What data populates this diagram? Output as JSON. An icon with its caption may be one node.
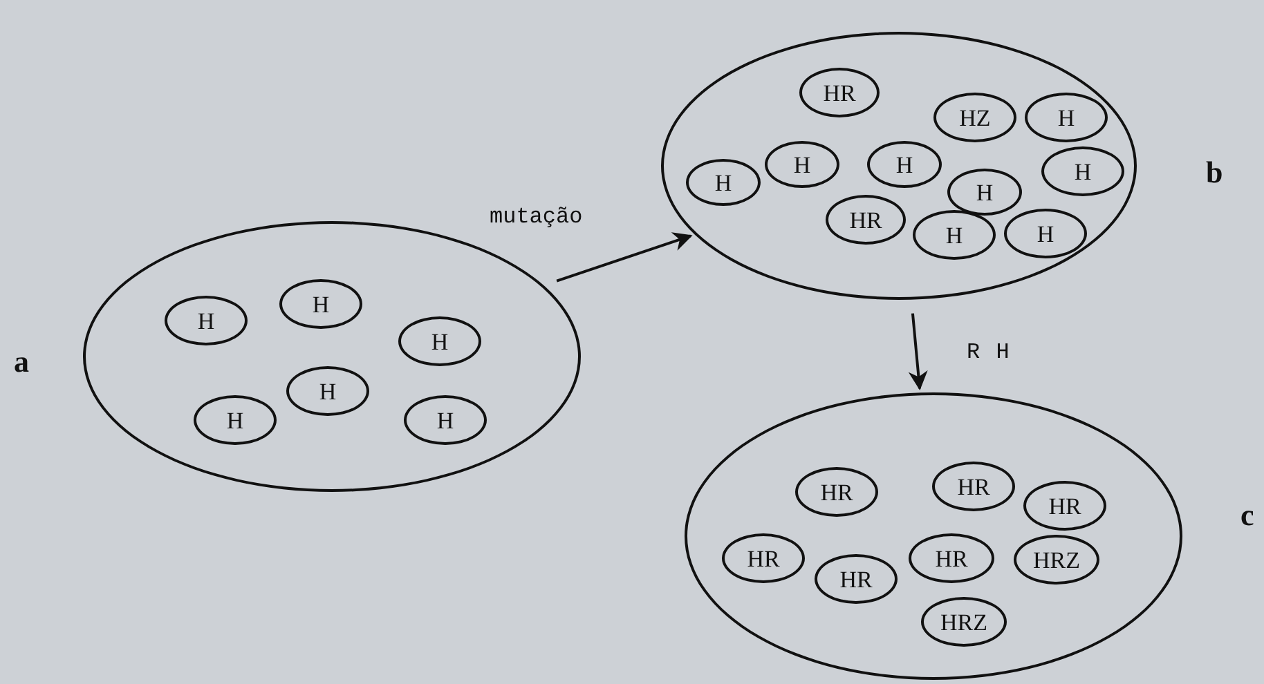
{
  "diagram": {
    "nodes": [
      {
        "text": [],
        "shape": "ellipse",
        "beside": [
          "a"
        ]
      },
      {
        "text": [
          "H"
        ],
        "in": 0
      },
      {
        "text": [
          "H"
        ],
        "in": 0
      },
      {
        "text": [
          "H"
        ],
        "in": 0
      },
      {
        "text": [
          "H"
        ],
        "in": 0
      },
      {
        "text": [
          "H"
        ],
        "in": 0
      },
      {
        "text": [
          "H"
        ],
        "in": 0
      },
      {
        "text": [],
        "shape": "ellipse",
        "beside": [
          "b"
        ]
      },
      {
        "text": [
          "HR"
        ],
        "in": 7
      },
      {
        "text": [
          "HZ"
        ],
        "in": 7
      },
      {
        "text": [
          "H"
        ],
        "in": 7
      },
      {
        "text": [
          "H"
        ],
        "in": 7
      },
      {
        "text": [
          "H"
        ],
        "in": 7
      },
      {
        "text": [
          "H"
        ],
        "in": 7
      },
      {
        "text": [
          "H"
        ],
        "in": 7
      },
      {
        "text": [
          "H"
        ],
        "in": 7
      },
      {
        "text": [
          "HR"
        ],
        "in": 7
      },
      {
        "text": [
          "H"
        ],
        "in": 7
      },
      {
        "text": [
          "H"
        ],
        "in": 7
      },
      {
        "text": [],
        "shape": "ellipse",
        "beside": [
          "c"
        ]
      },
      {
        "text": [
          "HR"
        ],
        "in": 19
      },
      {
        "text": [
          "HR"
        ],
        "in": 19
      },
      {
        "text": [
          "HR"
        ],
        "in": 19
      },
      {
        "text": [
          "HR"
        ],
        "in": 19
      },
      {
        "text": [
          "HR"
        ],
        "in": 19
      },
      {
        "text": [
          "HR"
        ],
        "in": 19
      },
      {
        "text": [
          "HRZ"
        ],
        "in": 19
      },
      {
        "text": [
          "HRZ"
        ],
        "in": 19
      }
    ],
    "edges": [
      {
        "from": 0,
        "to": 7,
        "arrow": "to",
        "label": "mutação"
      },
      {
        "from": 7,
        "to": 19,
        "arrow": "to",
        "label": "R H"
      }
    ]
  }
}
